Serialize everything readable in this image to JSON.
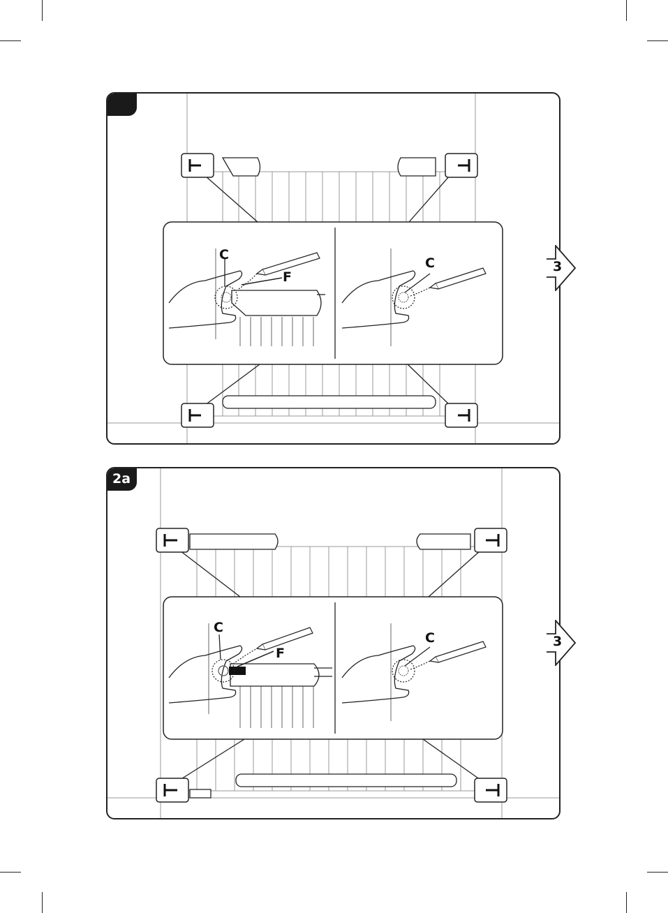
{
  "steps": [
    {
      "tab_label": "",
      "callouts": {
        "c_left": "C",
        "f_left": "F",
        "c_right": "C"
      },
      "next_step": "3"
    },
    {
      "tab_label": "2a",
      "callouts": {
        "c_left": "C",
        "f_left": "F",
        "c_right": "C"
      },
      "next_step": "3"
    }
  ],
  "colors": {
    "line": "#222222",
    "light_line": "#9a9a9a",
    "tab_bg": "#1a1a1a"
  },
  "icons": [
    "pressure-mount-icon",
    "hand-icon",
    "pencil-icon",
    "next-step-arrow-icon"
  ]
}
